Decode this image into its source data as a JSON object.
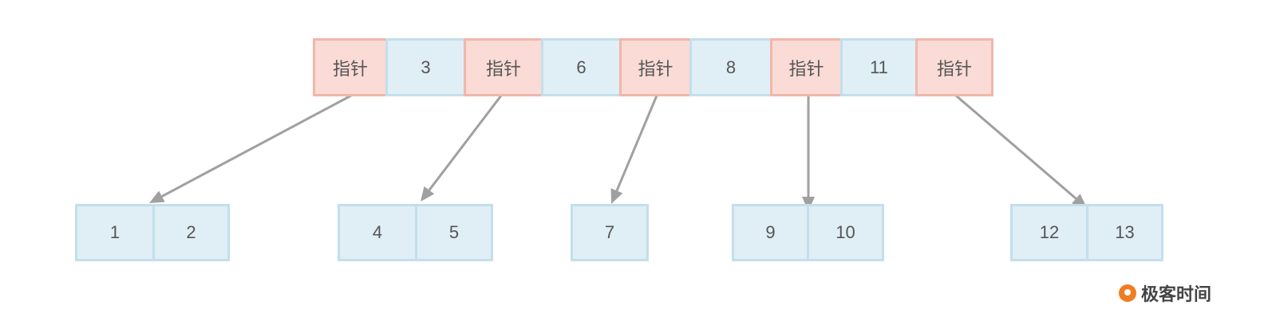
{
  "root": {
    "cells": [
      {
        "type": "pointer",
        "label": "指针"
      },
      {
        "type": "key",
        "label": "3"
      },
      {
        "type": "pointer",
        "label": "指针"
      },
      {
        "type": "key",
        "label": "6"
      },
      {
        "type": "pointer",
        "label": "指针"
      },
      {
        "type": "key",
        "label": "8"
      },
      {
        "type": "pointer",
        "label": "指针"
      },
      {
        "type": "key",
        "label": "11"
      },
      {
        "type": "pointer",
        "label": "指针"
      }
    ]
  },
  "children": [
    {
      "keys": [
        "1",
        "2"
      ]
    },
    {
      "keys": [
        "4",
        "5"
      ]
    },
    {
      "keys": [
        "7"
      ]
    },
    {
      "keys": [
        "9",
        "10"
      ]
    },
    {
      "keys": [
        "12",
        "13"
      ]
    }
  ],
  "colors": {
    "pointer_fill": "#fadbd6",
    "pointer_border": "#f0b7ab",
    "key_fill": "#e0eef6",
    "key_border": "#c3dfeb",
    "arrow": "#a0a0a0",
    "logo": "#ef7d22"
  },
  "logo": {
    "text": "极客时间"
  }
}
